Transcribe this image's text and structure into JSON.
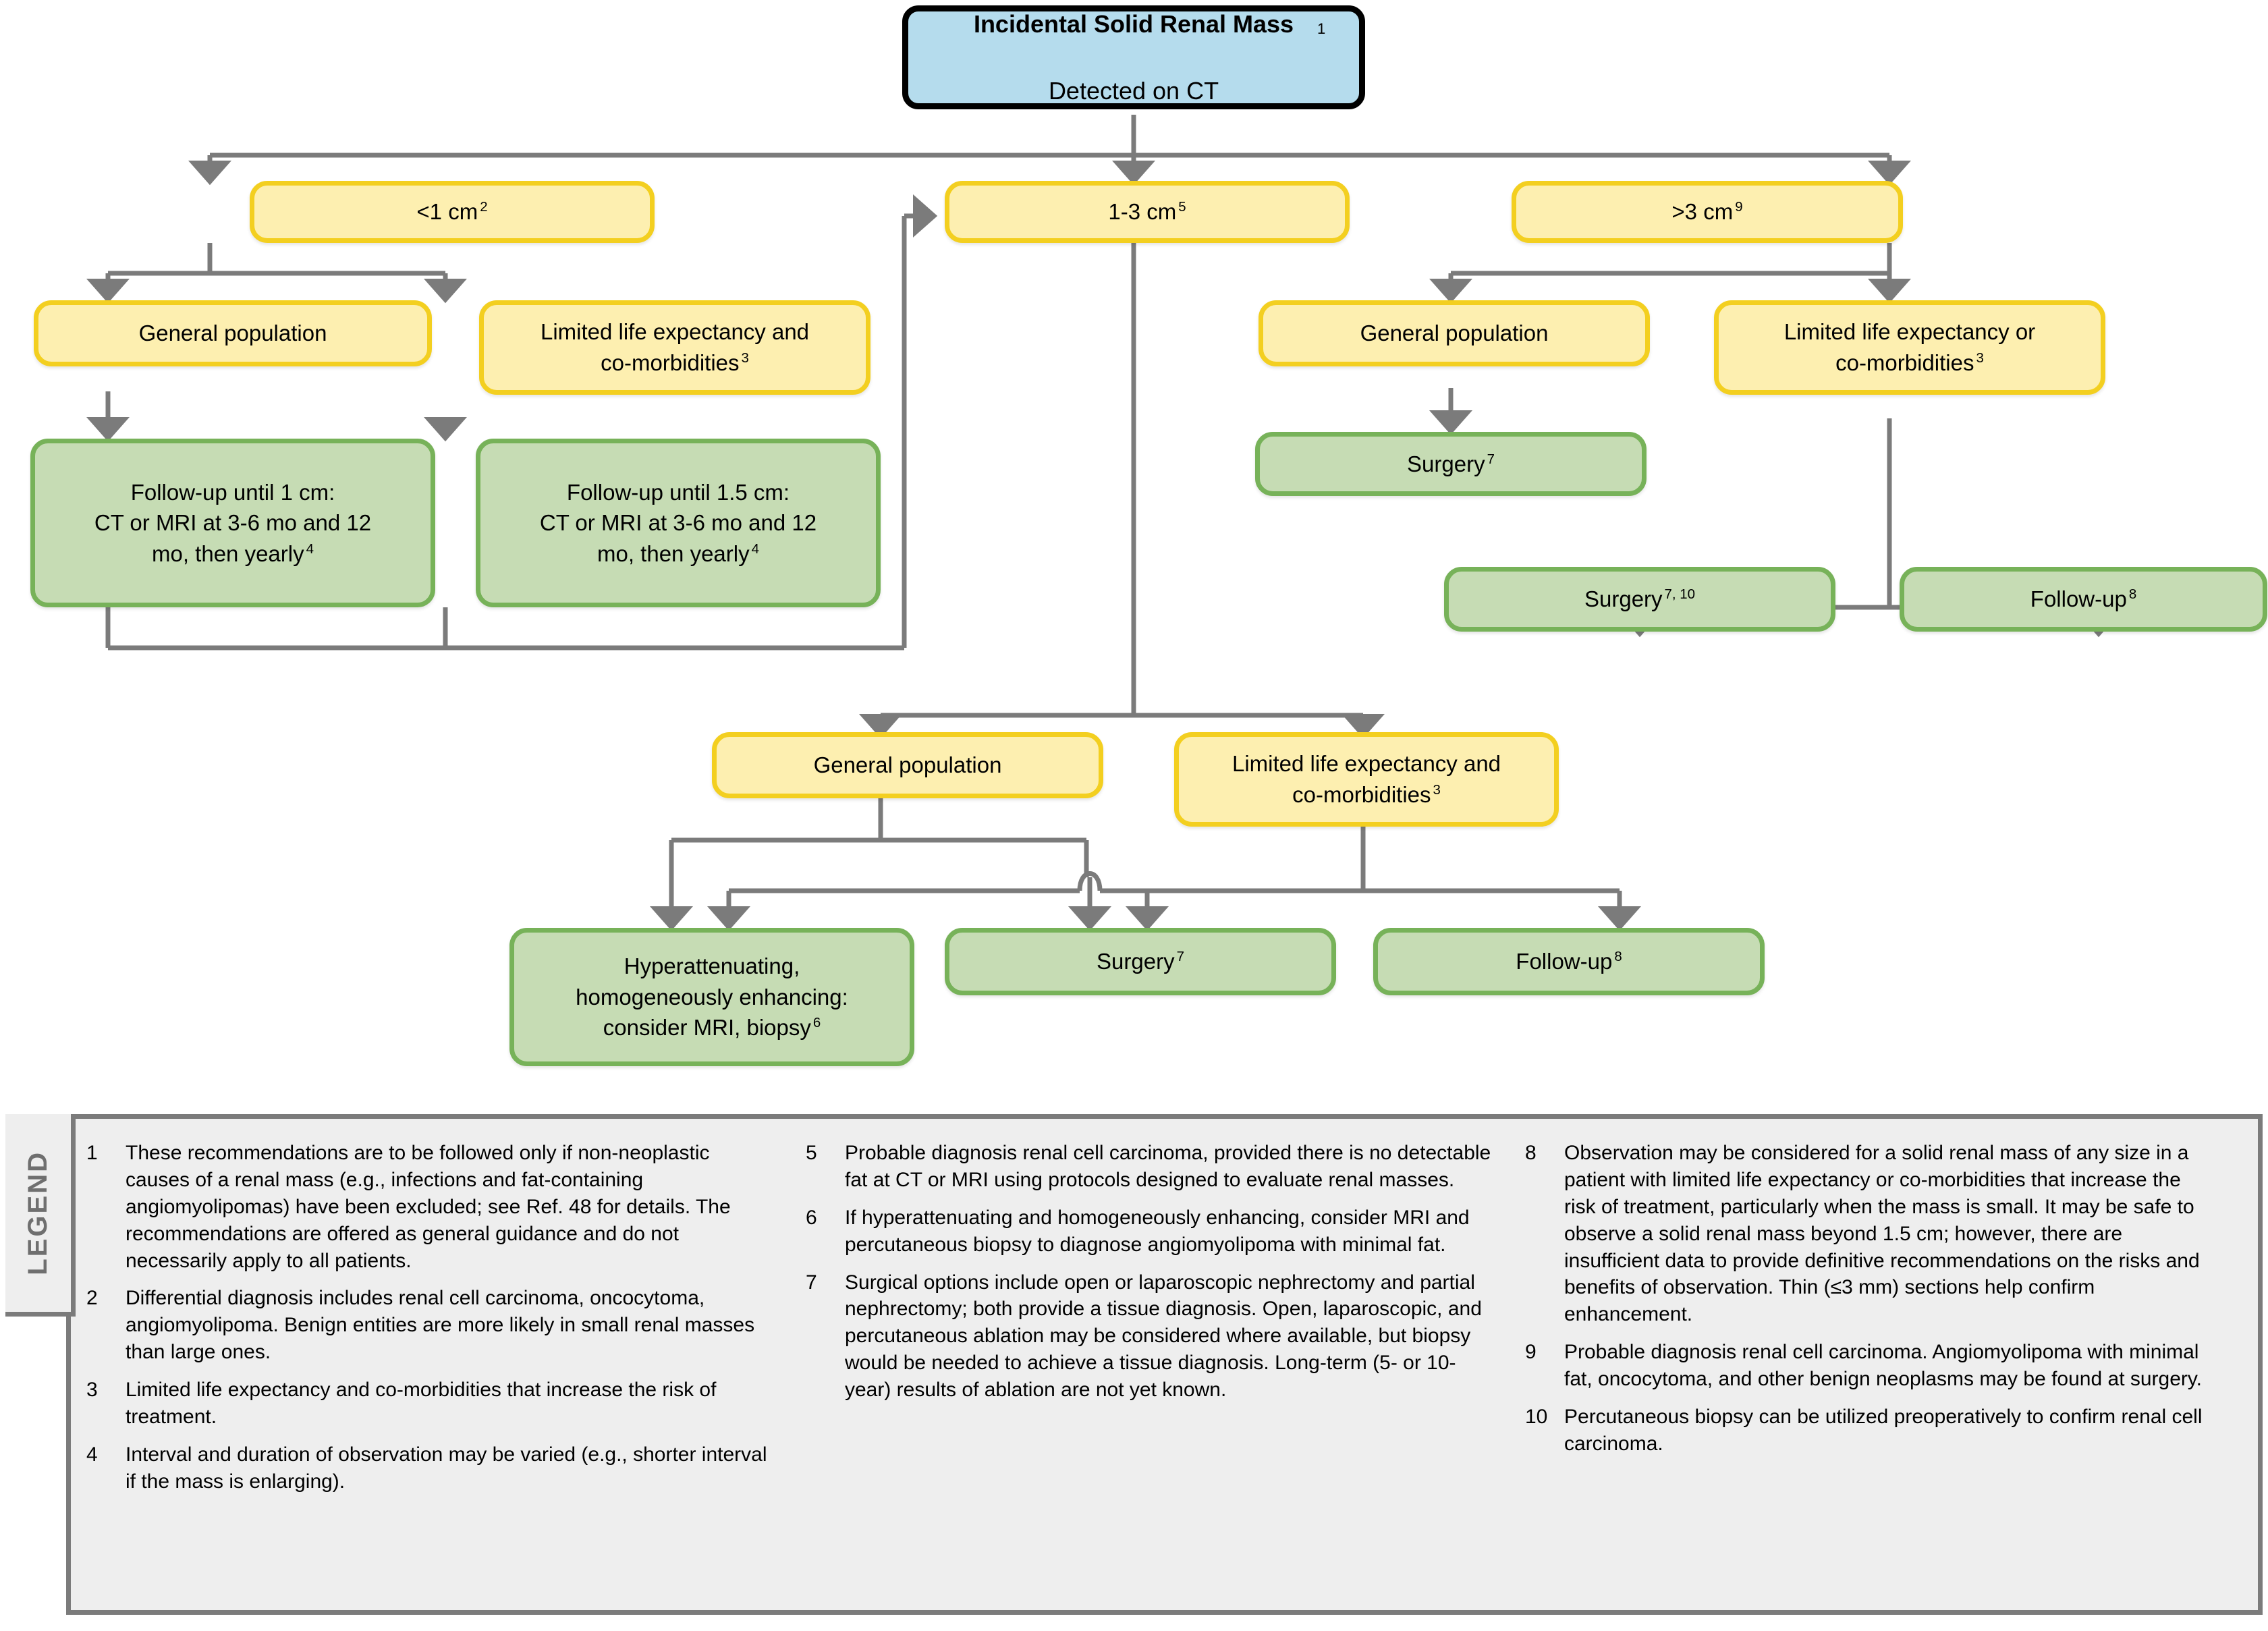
{
  "diagram": {
    "title_note_marker": "1",
    "nodes": {
      "root": {
        "line1": "Incidental Solid Renal Mass",
        "sup1": "1",
        "line2": "Detected on CT"
      },
      "size_small": {
        "text": "<1 cm",
        "sup": "2"
      },
      "size_mid": {
        "text": "1-3 cm",
        "sup": "5"
      },
      "size_large": {
        "text": ">3 cm",
        "sup": "9"
      },
      "small_general": {
        "text": "General population",
        "sup": ""
      },
      "small_limited": {
        "text": "Limited life expectancy and\nco-morbidities",
        "sup": "3"
      },
      "small_general_followup": {
        "text": "Follow-up until 1 cm:\nCT or MRI at 3-6 mo and 12\nmo, then yearly",
        "sup": "4"
      },
      "small_limited_followup": {
        "text": "Follow-up until 1.5 cm:\nCT or MRI at 3-6 mo and 12\nmo, then yearly",
        "sup": "4"
      },
      "large_general": {
        "text": "General population",
        "sup": ""
      },
      "large_limited": {
        "text": "Limited life expectancy or\nco-morbidities",
        "sup": "3"
      },
      "large_surgery": {
        "text": "Surgery",
        "sup": "7"
      },
      "large_surgery_biopsy": {
        "text": "Surgery",
        "sup": "7, 10"
      },
      "large_followup": {
        "text": "Follow-up",
        "sup": "8"
      },
      "mid_general": {
        "text": "General population",
        "sup": ""
      },
      "mid_limited": {
        "text": "Limited life expectancy and\nco-morbidities",
        "sup": "3"
      },
      "mid_hyperattenuating": {
        "text": "Hyperattenuating,\nhomogeneously enhancing:\nconsider MRI, biopsy",
        "sup": "6"
      },
      "mid_surgery": {
        "text": "Surgery",
        "sup": "7"
      },
      "mid_followup": {
        "text": "Follow-up",
        "sup": "8"
      }
    },
    "colors": {
      "root_fill": "#b5dced",
      "root_border": "#000000",
      "decision_fill": "#fdefb0",
      "decision_border": "#f3cf20",
      "outcome_fill": "#c6dcb4",
      "outcome_border": "#77b259",
      "connector": "#7b7b7b",
      "legend_fill": "#eeeeee",
      "legend_border": "#7b7b7b"
    }
  },
  "legend": {
    "label": "LEGEND",
    "columns": [
      [
        {
          "num": "1",
          "text": "These recommendations are to be followed only if non-neoplastic causes of a renal mass (e.g., infections and fat-containing angiomyolipomas) have been excluded; see Ref. 48 for details. The recommendations are offered as general guidance and do not necessarily apply to all patients."
        },
        {
          "num": "2",
          "text": "Differential diagnosis includes renal cell carcinoma, oncocytoma, angiomyolipoma. Benign entities are more likely in small renal masses than large ones."
        },
        {
          "num": "3",
          "text": "Limited life expectancy and co-morbidities that increase the risk of treatment."
        },
        {
          "num": "4",
          "text": "Interval and duration of observation may be varied (e.g., shorter interval if the mass is enlarging)."
        }
      ],
      [
        {
          "num": "5",
          "text": "Probable diagnosis renal cell carcinoma, provided there is no detectable fat at CT or MRI using protocols designed to evaluate renal masses."
        },
        {
          "num": "6",
          "text": "If hyperattenuating and homogeneously enhancing, consider MRI and percutaneous biopsy to diagnose angiomyolipoma with minimal fat."
        },
        {
          "num": "7",
          "text": "Surgical options include open or laparoscopic nephrectomy and partial nephrectomy; both provide a tissue diagnosis. Open, laparoscopic, and percutaneous ablation may be considered where available, but biopsy would be needed to achieve a tissue diagnosis. Long-term (5- or 10-year) results of ablation are not yet known."
        }
      ],
      [
        {
          "num": "8",
          "text": "Observation may be considered for a solid renal mass of any size in a patient with limited life expectancy or co-morbidities that increase the risk of treatment, particularly when the mass is small. It may be safe to observe a solid renal mass beyond 1.5 cm; however, there are insufficient data to provide definitive recommendations on the risks and benefits of observation. Thin (≤3 mm) sections help confirm enhancement."
        },
        {
          "num": "9",
          "text": "Probable diagnosis renal cell carcinoma. Angiomyolipoma with minimal fat, oncocytoma, and other benign neoplasms may be found at surgery."
        },
        {
          "num": "10",
          "text": "Percutaneous biopsy can be utilized preoperatively to confirm renal cell carcinoma."
        }
      ]
    ]
  }
}
